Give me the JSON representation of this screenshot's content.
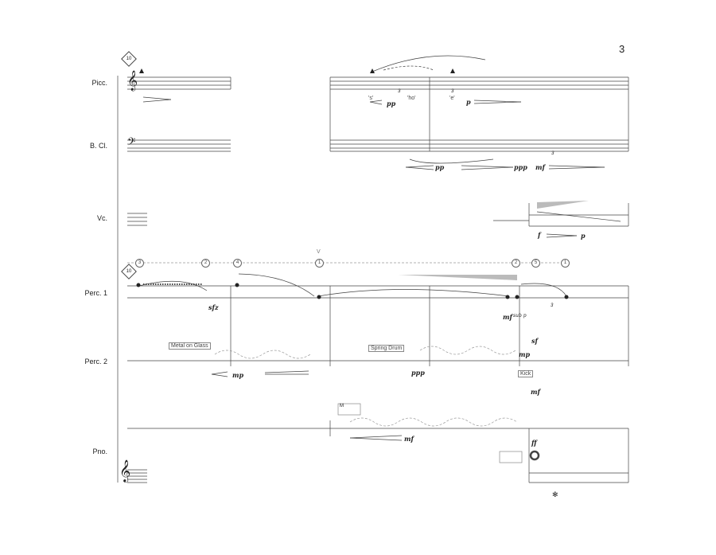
{
  "page_number": "3",
  "rehearsal_mark": "10",
  "instruments": [
    "Picc.",
    "B. Cl.",
    "Vc.",
    "Perc. 1",
    "Perc. 2",
    "Pno."
  ],
  "piccolo": {
    "syllables": [
      "'s'",
      "'ho'",
      "'e'"
    ],
    "dynamics": [
      "pp",
      "p"
    ],
    "tuplets": [
      "3",
      "3"
    ]
  },
  "bass_clarinet": {
    "dynamics": [
      "pp",
      "ppp",
      "mf"
    ],
    "tuplet": "3"
  },
  "cello": {
    "dynamics": [
      "f",
      "p"
    ]
  },
  "percussion_1": {
    "string_numbers": [
      "3",
      "2",
      "4",
      "1",
      "2",
      "5",
      "1"
    ],
    "bow_mark": "V",
    "dynamics": [
      "sfz",
      "mf",
      "sub p"
    ],
    "tuplet": "3"
  },
  "percussion_2": {
    "instrument_labels": [
      "Metal on Glass",
      "Spring Drum",
      "Kick"
    ],
    "dynamics": [
      "mp",
      "ppp",
      "mp",
      "sf",
      "mf"
    ]
  },
  "piano": {
    "box_label": "M",
    "dynamics": [
      "mf",
      "ff"
    ]
  }
}
